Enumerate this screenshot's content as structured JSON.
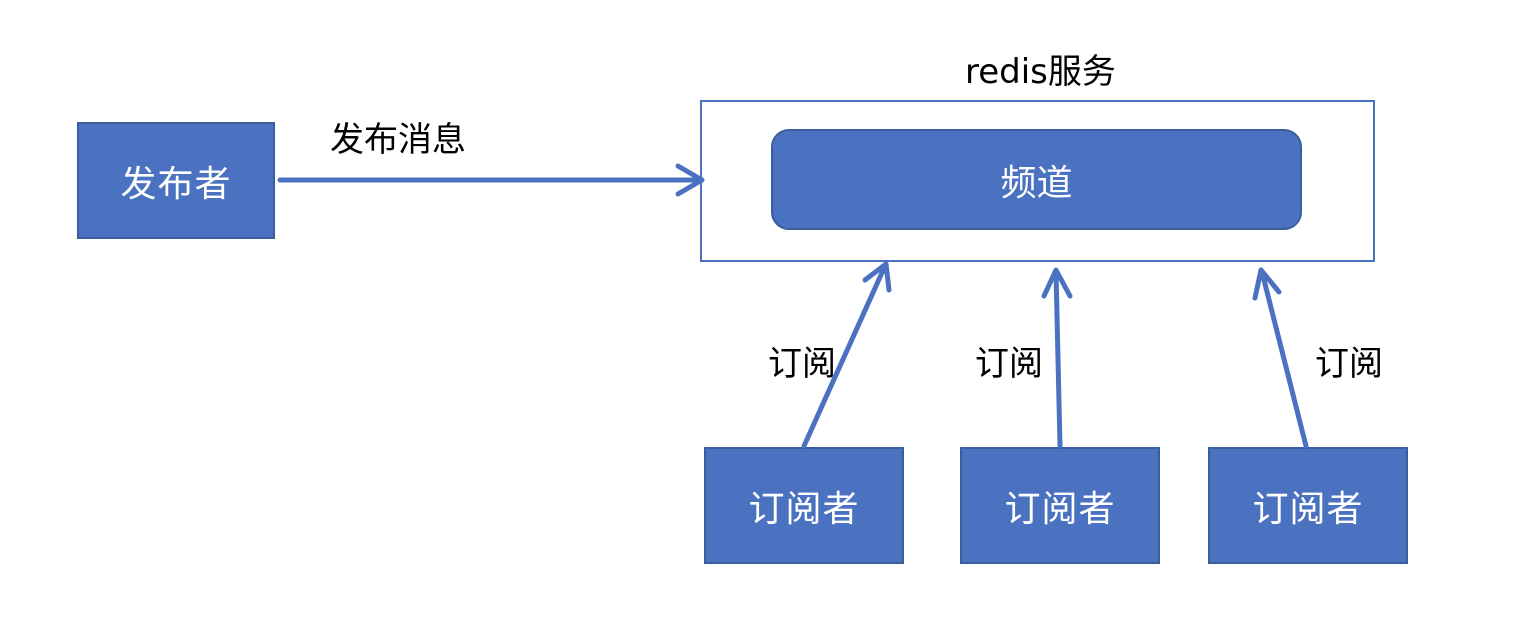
{
  "diagram": {
    "service_title": "redis服务",
    "channel_label": "频道",
    "publisher_label": "发布者",
    "publish_edge_label": "发布消息",
    "subscribers": [
      {
        "label": "订阅者",
        "edge_label": "订阅"
      },
      {
        "label": "订阅者",
        "edge_label": "订阅"
      },
      {
        "label": "订阅者",
        "edge_label": "订阅"
      }
    ]
  },
  "colors": {
    "node_fill": "#4a72c0",
    "node_border": "#3a5d9e",
    "node_text": "#ffffff",
    "edge": "#4a72c0",
    "label_text": "#000000"
  }
}
